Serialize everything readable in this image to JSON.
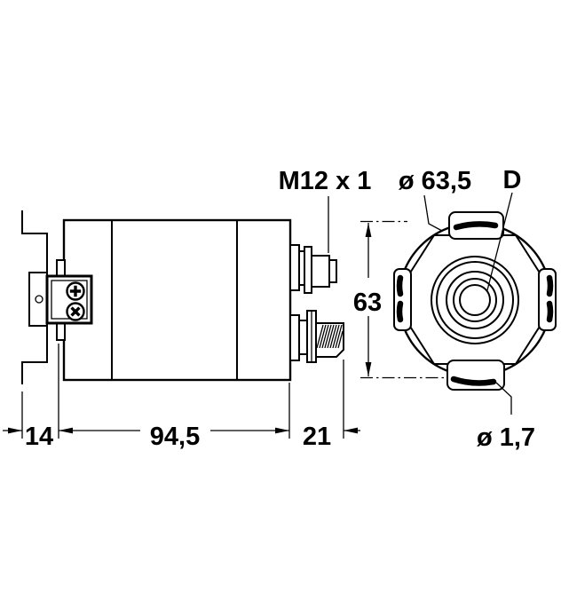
{
  "colors": {
    "ink": "#000000",
    "paper": "#ffffff"
  },
  "labels": {
    "connector_thread": "M12 x 1",
    "flange_diameter": "ø 63,5",
    "shaft_ref": "D",
    "height": "63",
    "mount_depth": "14",
    "body_length": "94,5",
    "connector_projection": "21",
    "slot_diameter": "ø 1,7"
  }
}
